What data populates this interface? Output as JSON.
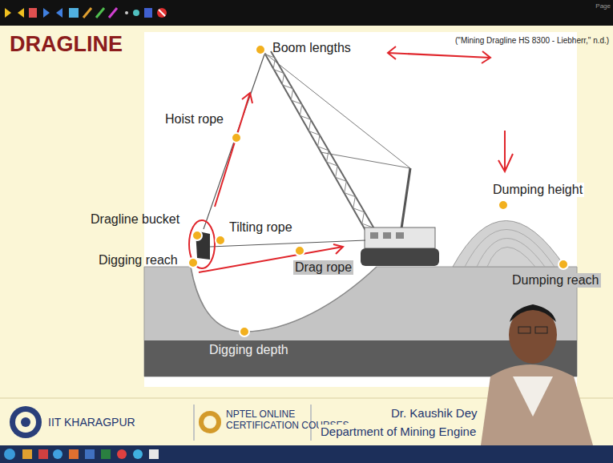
{
  "diagram": {
    "title": "DRAGLINE",
    "labels": [
      "Page",
      "(\"Mining Dragline HS 8300 - Liebherr,\" n.d.)",
      "Boom lengths",
      "Hoist rope",
      "Dragline bucket",
      "Tilting rope",
      "Digging reach",
      "Drag rope",
      "Dumping height",
      "Dumping reach",
      "Digging depth",
      "IIT KHARAGPUR",
      "NPTEL ONLINE CERTIFICATION COURSES",
      "Dr. Kaushik Dey",
      "Department of Mining Engine"
    ]
  }
}
